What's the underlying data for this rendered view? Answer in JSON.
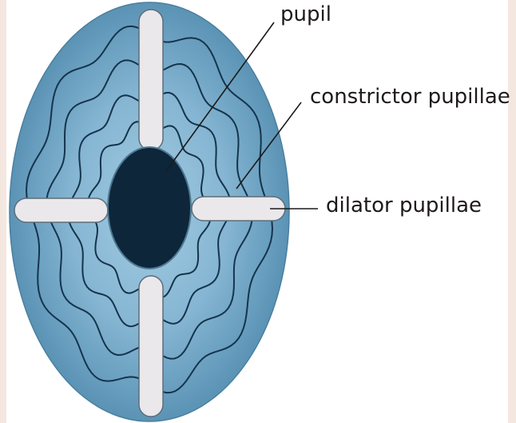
{
  "diagram": {
    "labels": {
      "pupil": "pupil",
      "constrictor": "constrictor pupillae",
      "dilator": "dilator pupillae"
    },
    "colors": {
      "iris_outer": "#5b93b5",
      "iris_inner": "#a3cbe1",
      "pupil": "#0d2639",
      "rings": "#15344c",
      "muscle_bar": "#eae8ea",
      "pointer": "#1a1a1a"
    }
  }
}
